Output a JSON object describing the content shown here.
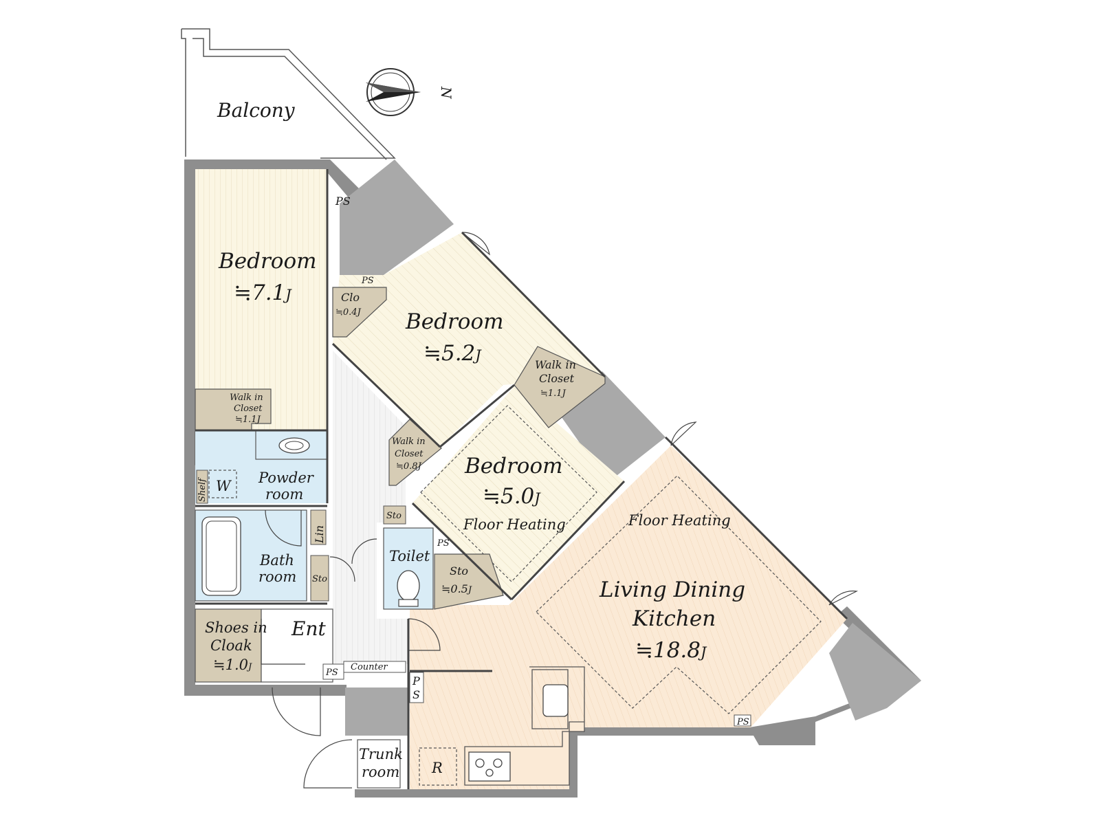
{
  "compass": {
    "label": "N",
    "icon": "north-arrow-icon"
  },
  "rooms": {
    "balcony": {
      "label": "Balcony"
    },
    "bedroom_1": {
      "label": "Bedroom",
      "size": "≒7.1",
      "unit": "J"
    },
    "bedroom_2": {
      "label": "Bedroom",
      "size": "≒5.2",
      "unit": "J"
    },
    "bedroom_3": {
      "label": "Bedroom",
      "size": "≒5.0",
      "unit": "J",
      "note": "Floor Heating"
    },
    "ldk": {
      "line1": "Living Dining",
      "line2": "Kitchen",
      "size": "≒18.8",
      "unit": "J",
      "note": "Floor Heating"
    },
    "closet": {
      "label": "Clo",
      "size": "≒0.4",
      "unit": "J"
    },
    "walkin_1": {
      "line1": "Walk in",
      "line2": "Closet",
      "size": "≒1.1",
      "unit": "J"
    },
    "walkin_2": {
      "line1": "Walk in",
      "line2": "Closet",
      "size": "≒1.1",
      "unit": "J"
    },
    "walkin_3": {
      "line1": "Walk in",
      "line2": "Closet",
      "size": "≒0.8",
      "unit": "J"
    },
    "powder": {
      "line1": "Powder",
      "line2": "room"
    },
    "bath": {
      "line1": "Bath",
      "line2": "room"
    },
    "toilet": {
      "label": "Toilet"
    },
    "shoes": {
      "line1": "Shoes in",
      "line2": "Cloak",
      "size": "≒1.0",
      "unit": "J"
    },
    "entrance": {
      "label": "Ent"
    },
    "trunk": {
      "line1": "Trunk",
      "line2": "room"
    },
    "storage_toilet": {
      "label": "Sto",
      "size": "≒0.5",
      "unit": "J"
    }
  },
  "fixtures": {
    "ps": "PS",
    "sto": "Sto",
    "lin": "Lin",
    "shelf": "Shelf",
    "washer": "W",
    "fridge": "R",
    "counter": "Counter",
    "ps_vertical_1": "P",
    "ps_vertical_2": "S"
  },
  "colors": {
    "bedroom_fill": "#fbf6e3",
    "ldk_fill": "#fbead6",
    "wet_fill": "#d9ecf6",
    "closet_fill": "#d6ccb5",
    "hall_fill": "#f4f4f4",
    "wall": "#8e8e8e"
  }
}
